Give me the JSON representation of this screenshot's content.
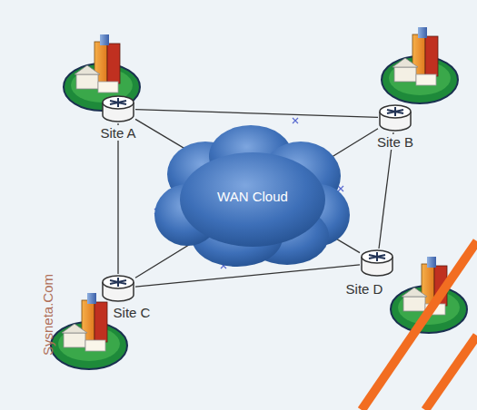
{
  "diagram": {
    "nodes": [
      {
        "text": [
          "Site A"
        ]
      },
      {
        "text": [
          "Site B"
        ]
      },
      {
        "text": [
          "Site C"
        ]
      },
      {
        "text": [
          "Site D"
        ]
      },
      {
        "text": [
          "WAN Cloud"
        ]
      }
    ],
    "edges": [
      {
        "from": 0,
        "to": 1,
        "arrow": "none"
      },
      {
        "from": 0,
        "to": 2,
        "arrow": "none"
      },
      {
        "from": 1,
        "to": 3,
        "arrow": "none"
      },
      {
        "from": 2,
        "to": 3,
        "arrow": "none"
      },
      {
        "from": 0,
        "to": 3,
        "arrow": "none"
      },
      {
        "from": 2,
        "to": 1,
        "arrow": "none"
      }
    ],
    "labels": [
      "Sysneta.Com"
    ]
  }
}
